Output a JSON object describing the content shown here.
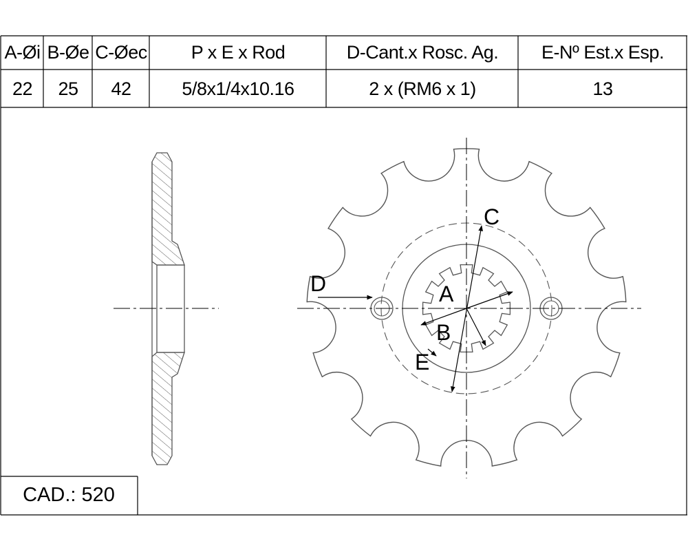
{
  "table": {
    "headers": [
      "A-Øi",
      "B-Øe",
      "C-Øec",
      "P x E x Rod",
      "D-Cant.x Rosc. Ag.",
      "E-Nº Est.x Esp."
    ],
    "values": [
      "22",
      "25",
      "42",
      "5/8x1/4x10.16",
      "2 x (RM6 x 1)",
      "13"
    ]
  },
  "drawing": {
    "labels": {
      "a": "A",
      "b": "B",
      "c": "C",
      "d": "D",
      "e": "E"
    },
    "teeth": 13,
    "splines": 12,
    "mounting_holes": 2
  },
  "cad_label": "CAD.: 520",
  "colors": {
    "line": "#000000",
    "gear_outline": "#555555",
    "background": "#ffffff"
  }
}
